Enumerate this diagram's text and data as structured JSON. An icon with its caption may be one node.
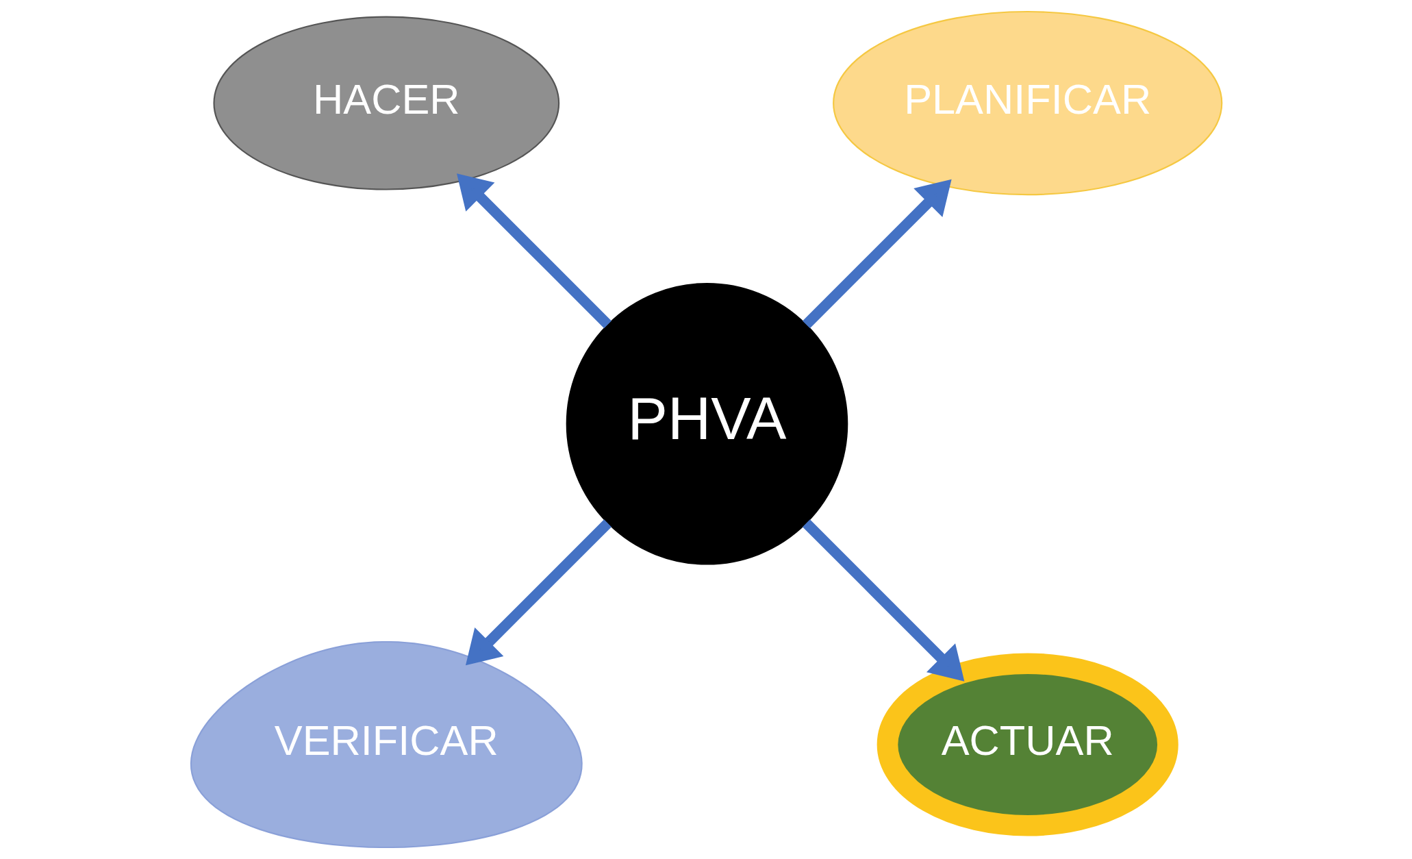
{
  "diagram": {
    "nodes": [
      {
        "text": [
          "PHVA"
        ]
      },
      {
        "text": [
          "PLANIFICAR"
        ]
      },
      {
        "text": [
          "HACER"
        ]
      },
      {
        "text": [
          "VERIFICAR"
        ]
      },
      {
        "text": [
          "ACTUAR"
        ]
      }
    ],
    "edges": [
      {
        "from": 0,
        "to": 1,
        "arrow": "to"
      },
      {
        "from": 0,
        "to": 2,
        "arrow": "to"
      },
      {
        "from": 0,
        "to": 3,
        "arrow": "to"
      },
      {
        "from": 0,
        "to": 4,
        "arrow": "to"
      }
    ]
  }
}
